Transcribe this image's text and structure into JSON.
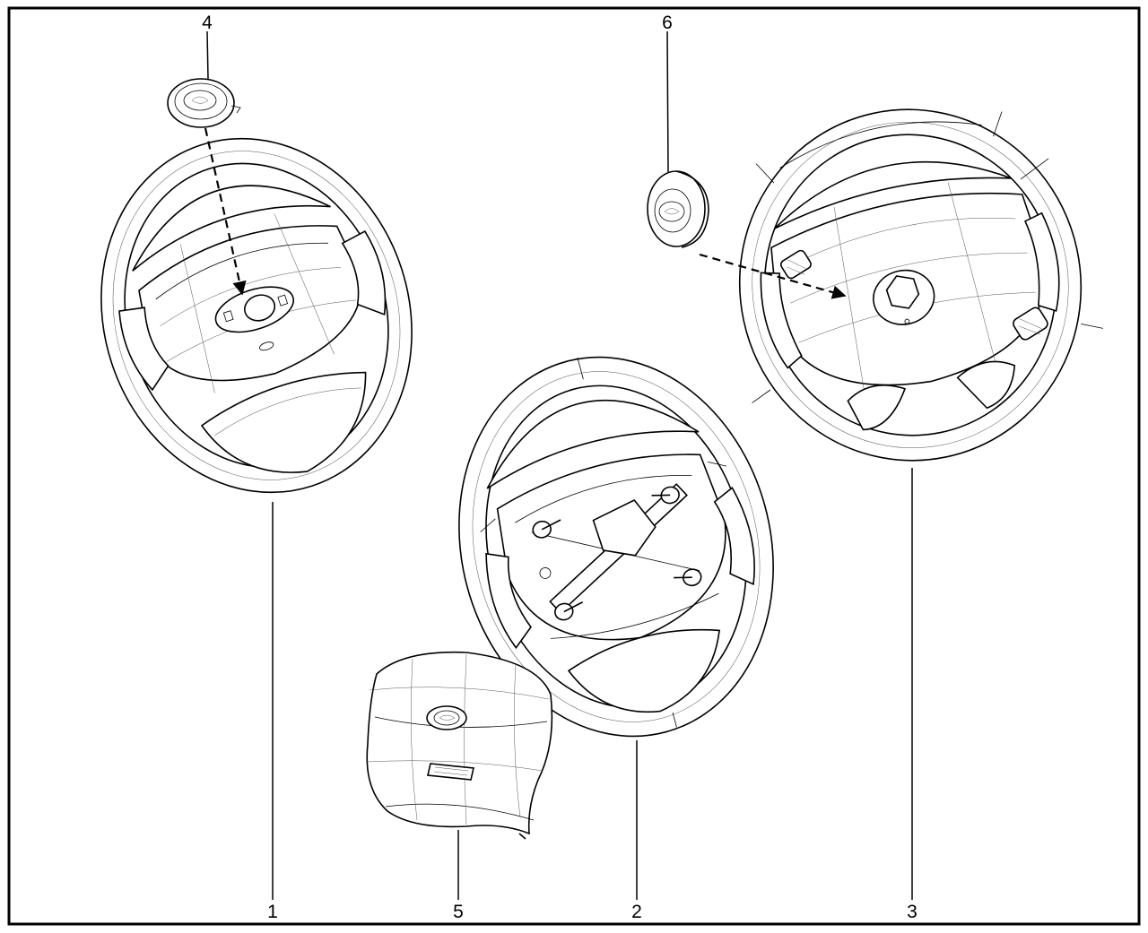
{
  "callouts": {
    "c1": "1",
    "c2": "2",
    "c3": "3",
    "c4": "4",
    "c5": "5",
    "c6": "6"
  },
  "icons": {
    "arrow": "arrow-head",
    "emblem": "lada-emblem"
  },
  "colors": {
    "line": "#000000",
    "background": "#ffffff"
  }
}
